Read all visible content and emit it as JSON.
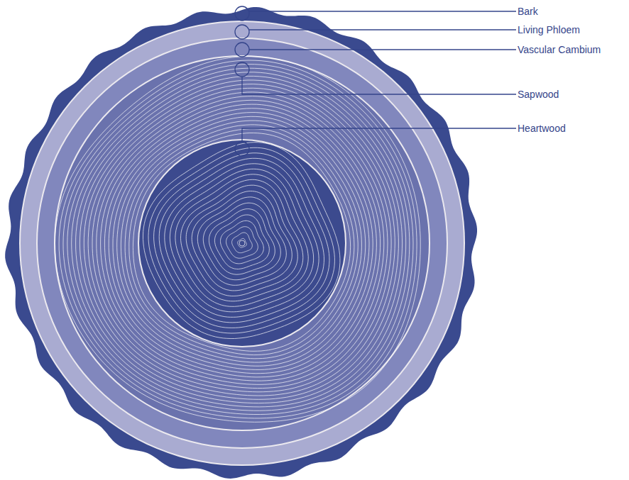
{
  "diagram": {
    "labels": [
      "Bark",
      "Living Phloem",
      "Vascular Cambium",
      "Sapwood",
      "Heartwood"
    ]
  }
}
